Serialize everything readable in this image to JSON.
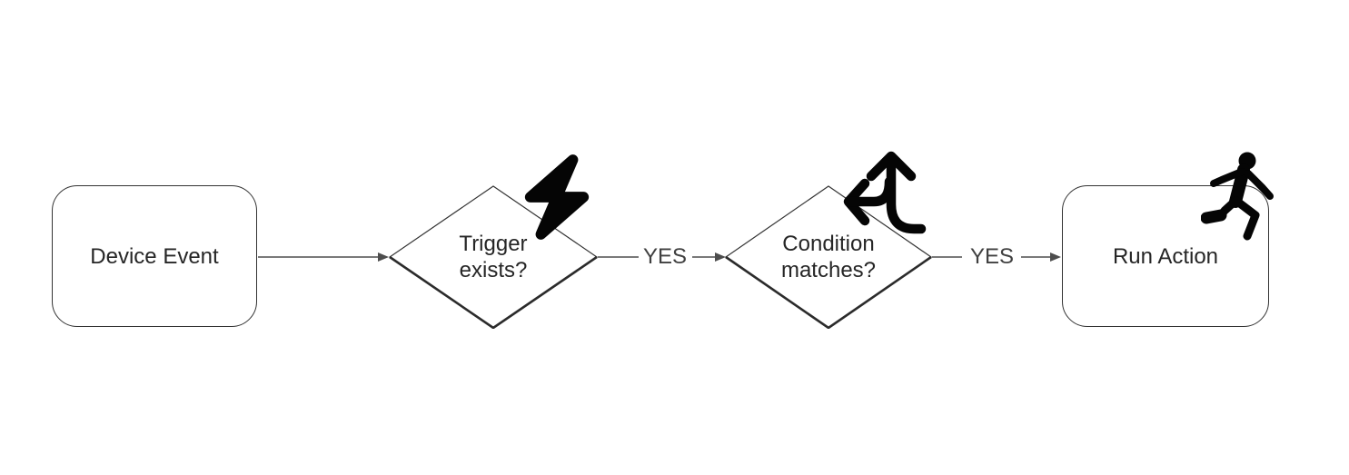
{
  "diagram": {
    "type": "flowchart",
    "background": "#ffffff",
    "nodes": {
      "device_event": {
        "label": "Device Event",
        "shape": "rounded-rectangle"
      },
      "trigger_exists": {
        "label": "Trigger exists?",
        "shape": "diamond",
        "icon": "lightning-bolt-icon"
      },
      "condition_matches": {
        "label": "Condition matches?",
        "shape": "diamond",
        "icon": "split-arrows-icon"
      },
      "run_action": {
        "label": "Run Action",
        "shape": "rounded-rectangle",
        "icon": "running-person-icon"
      }
    },
    "edges": [
      {
        "from": "device_event",
        "to": "trigger_exists",
        "label": ""
      },
      {
        "from": "trigger_exists",
        "to": "condition_matches",
        "label": "YES"
      },
      {
        "from": "condition_matches",
        "to": "run_action",
        "label": "YES"
      }
    ],
    "colors": {
      "shape_stroke": "#333333",
      "label_text": "#262626",
      "edge_line": "#4d4d4d",
      "edge_label_text": "#404040",
      "icon": "#050505"
    }
  }
}
